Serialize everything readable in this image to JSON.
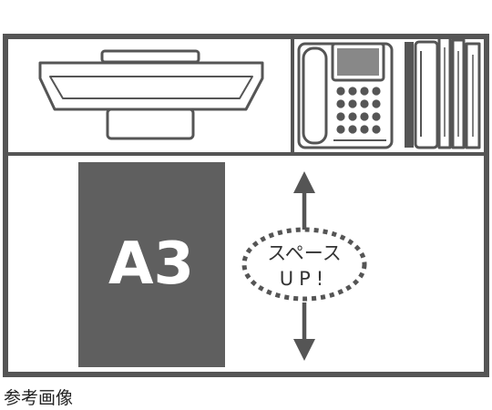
{
  "diagram": {
    "paper_label": "A3",
    "space_label_line1": "スペース",
    "space_label_line2": "UP!"
  },
  "caption": "参考画像",
  "colors": {
    "stroke": "#555555",
    "paper_fill": "#5f5f5f",
    "background": "#ffffff"
  },
  "icons": [
    "monitor-icon",
    "desk-phone-icon",
    "file-binders-icon",
    "up-arrow-icon",
    "down-arrow-icon",
    "dotted-bubble-icon"
  ]
}
